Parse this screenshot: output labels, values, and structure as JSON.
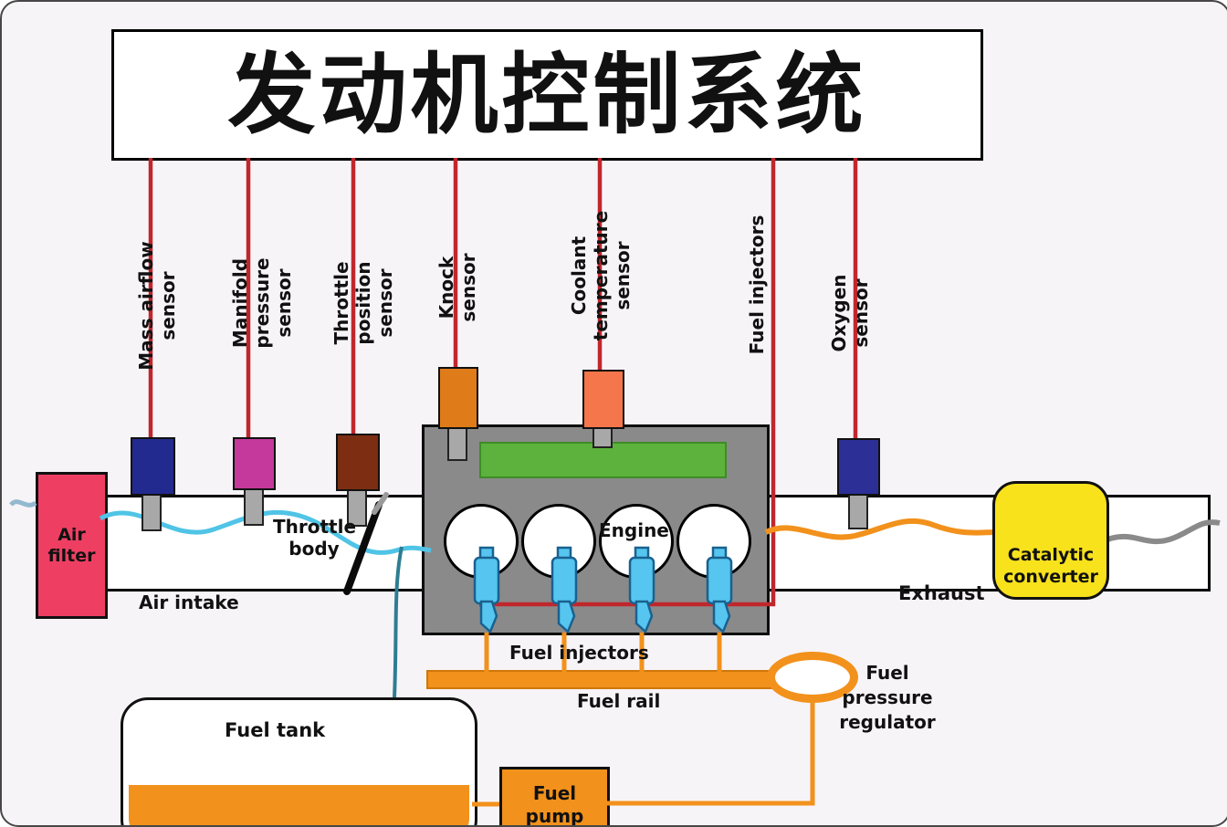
{
  "title": {
    "text": "发动机控制系统"
  },
  "sensor_labels": {
    "mass_airflow": "Mass airflow\nsensor",
    "manifold_pressure": "Manifold\npressure\nsensor",
    "throttle_position": "Throttle\nposition\nsensor",
    "knock": "Knock\nsensor",
    "coolant_temperature": "Coolant\ntemperature\nsensor",
    "fuel_injectors": "Fuel injectors",
    "oxygen": "Oxygen\nsensor"
  },
  "components": {
    "air_filter": "Air\nfilter",
    "air_intake": "Air intake",
    "throttle_body": "Throttle\nbody",
    "engine": "Engine",
    "fuel_injectors": "Fuel injectors",
    "fuel_rail": "Fuel rail",
    "fuel_tank": "Fuel tank",
    "fuel_pump": "Fuel\npump",
    "fuel_pressure_regulator": "Fuel\npressure\nregulator",
    "exhaust": "Exhaust",
    "catalytic_converter": "Catalytic\nconverter"
  },
  "colors": {
    "wire_red": "#c0272d",
    "air_flow_cyan": "#4fc4e6",
    "fuel_orange": "#f2911b",
    "exhaust_gray": "#8a8a8a",
    "engine_gray": "#8a8a8a",
    "valve_cover_green": "#5cb23c",
    "air_filter_pink": "#ee3f63",
    "catalytic_yellow": "#f8e21c",
    "mass_airflow_sensor_navy": "#232a8f",
    "manifold_sensor_magenta": "#c4399b",
    "throttle_sensor_brown": "#7c2d12",
    "knock_sensor_orange": "#e07b1a",
    "coolant_sensor_salmon": "#f4764a",
    "oxygen_sensor_navy": "#2b2f96",
    "injector_blue": "#56c5ef"
  }
}
